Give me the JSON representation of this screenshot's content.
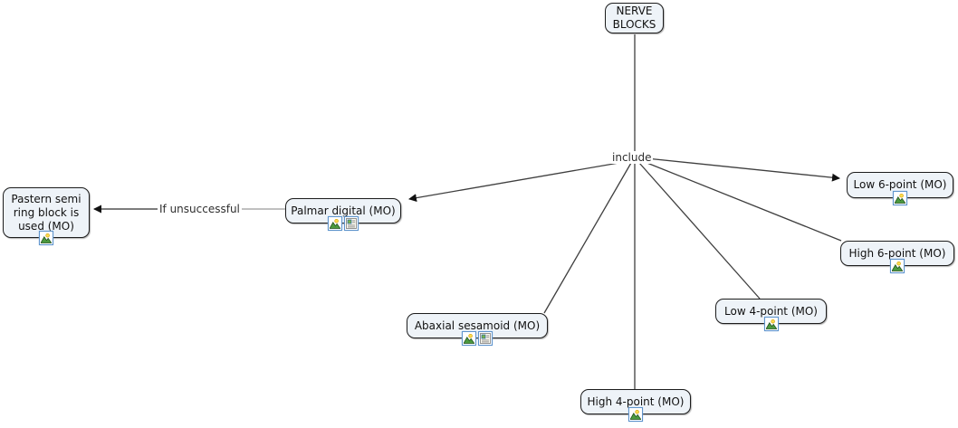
{
  "colors": {
    "node_fill": "#eef3f8",
    "node_border": "#1c1c1c",
    "edge_line": "#3f3f3f",
    "edge_line_light": "#9a9a9a",
    "icon_border": "#5f94cc"
  },
  "link_labels": {
    "include": "include",
    "if_unsuccessful": "If unsuccessful"
  },
  "nodes": {
    "nerve_blocks": {
      "label": "NERVE BLOCKS",
      "icons": []
    },
    "pastern_semi_ring": {
      "label": "Pastern semi ring block is used (MO)",
      "icons": [
        "image-icon"
      ]
    },
    "palmar_digital": {
      "label": "Palmar digital (MO)",
      "icons": [
        "image-icon",
        "document-icon"
      ]
    },
    "abaxial_sesamoid": {
      "label": "Abaxial sesamoid (MO)",
      "icons": [
        "image-icon",
        "document-icon"
      ]
    },
    "high_4_point": {
      "label": "High 4-point (MO)",
      "icons": [
        "image-icon"
      ]
    },
    "low_4_point": {
      "label": "Low 4-point (MO)",
      "icons": [
        "image-icon"
      ]
    },
    "high_6_point": {
      "label": "High 6-point (MO)",
      "icons": [
        "image-icon"
      ]
    },
    "low_6_point": {
      "label": "Low 6-point (MO)",
      "icons": [
        "image-icon"
      ]
    }
  },
  "edges": [
    {
      "from": "NERVE BLOCKS",
      "linking_phrase": "include",
      "to": "Palmar digital (MO)",
      "arrowhead": true
    },
    {
      "from": "NERVE BLOCKS",
      "linking_phrase": "include",
      "to": "Abaxial sesamoid (MO)",
      "arrowhead": false
    },
    {
      "from": "NERVE BLOCKS",
      "linking_phrase": "include",
      "to": "High 4-point (MO)",
      "arrowhead": false
    },
    {
      "from": "NERVE BLOCKS",
      "linking_phrase": "include",
      "to": "Low 4-point (MO)",
      "arrowhead": false
    },
    {
      "from": "NERVE BLOCKS",
      "linking_phrase": "include",
      "to": "High 6-point (MO)",
      "arrowhead": false
    },
    {
      "from": "NERVE BLOCKS",
      "linking_phrase": "include",
      "to": "Low 6-point (MO)",
      "arrowhead": true
    },
    {
      "from": "Palmar digital (MO)",
      "linking_phrase": "If unsuccessful",
      "to": "Pastern semi ring block is used (MO)",
      "arrowhead": true
    }
  ]
}
